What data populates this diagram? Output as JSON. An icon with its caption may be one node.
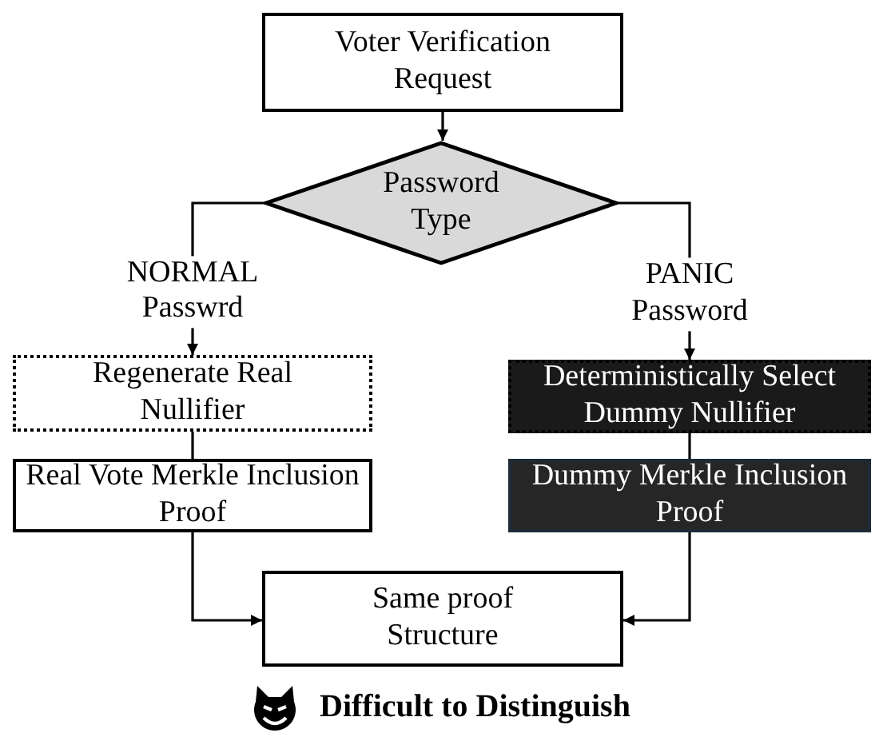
{
  "diagram": {
    "nodes": [
      {
        "text": [
          "Voter Verification Request"
        ]
      },
      {
        "text": [
          "Password Type"
        ]
      },
      {
        "text": [
          "Regenerate Real Nullifier"
        ]
      },
      {
        "text": [
          "Deterministically Select Dummy Nullifier"
        ]
      },
      {
        "text": [
          "Real Vote Merkle Inclusion Proof"
        ]
      },
      {
        "text": [
          "Dummy Merkle Inclusion Proof"
        ]
      },
      {
        "text": [
          "Same proof Structure"
        ]
      }
    ],
    "edges": [
      {
        "from": 0,
        "to": 1,
        "arrow": "to"
      },
      {
        "from": 1,
        "to": 2,
        "arrow": "to",
        "label": "NORMAL Passwrd"
      },
      {
        "from": 1,
        "to": 3,
        "arrow": "to",
        "label": "PANIC Password"
      },
      {
        "from": 2,
        "to": 4,
        "arrow": "none"
      },
      {
        "from": 3,
        "to": 5,
        "arrow": "none"
      },
      {
        "from": 4,
        "to": 6,
        "arrow": "to"
      },
      {
        "from": 5,
        "to": 6,
        "arrow": "to"
      }
    ],
    "labels": [
      "Difficult to Distinguish"
    ]
  }
}
